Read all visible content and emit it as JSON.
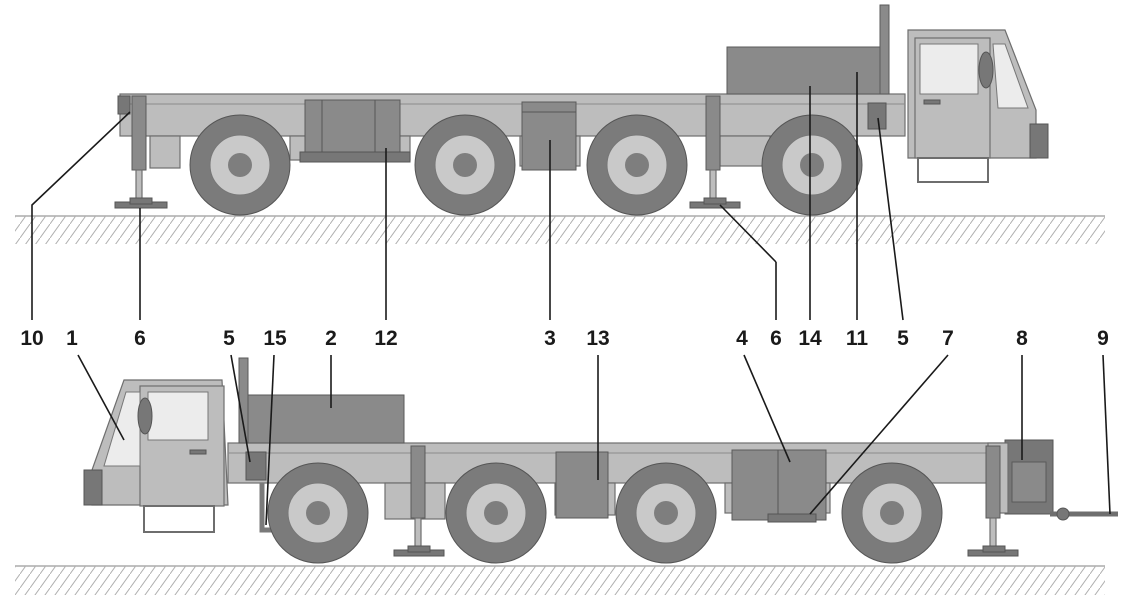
{
  "callouts": {
    "c10": "10",
    "c1": "1",
    "c6a": "6",
    "c5a": "5",
    "c15": "15",
    "c2": "2",
    "c12": "12",
    "c3": "3",
    "c13": "13",
    "c4": "4",
    "c6b": "6",
    "c14": "14",
    "c11": "11",
    "c5b": "5",
    "c7": "7",
    "c8": "8",
    "c9": "9"
  },
  "colors": {
    "body": "#bdbdbd",
    "dark_panel": "#777777",
    "tire": "#7b7b7b",
    "ground_hatch": "#b0b0b0"
  }
}
